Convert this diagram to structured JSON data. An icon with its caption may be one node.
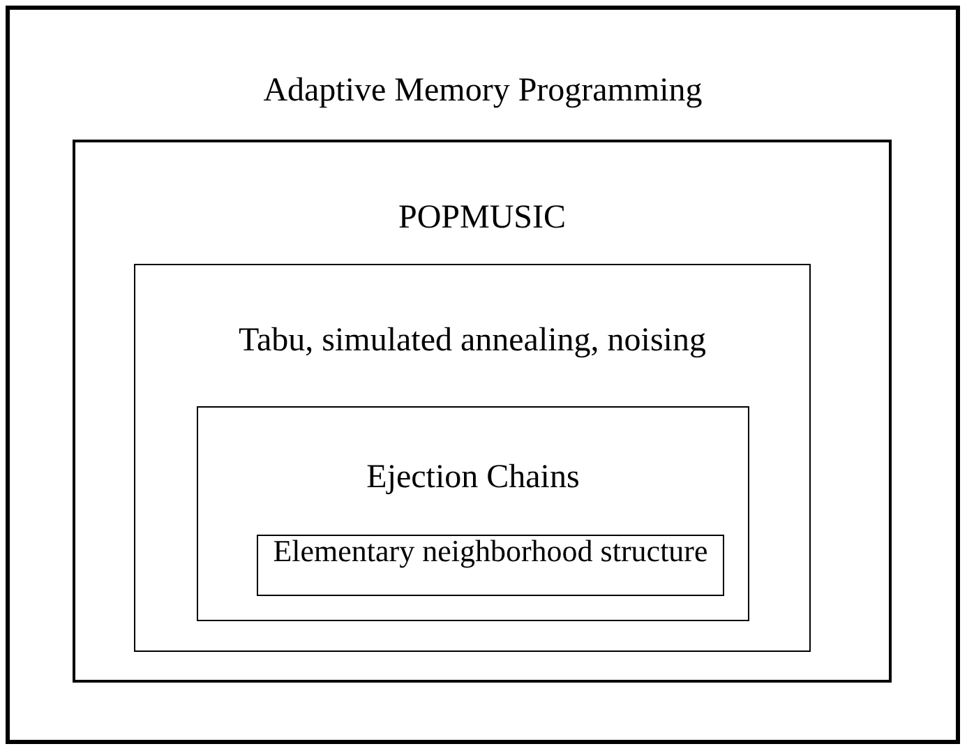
{
  "diagram": {
    "nodes": [
      {
        "text": [
          "Adaptive Memory Programming"
        ]
      },
      {
        "text": [
          "POPMUSIC"
        ],
        "in": 0
      },
      {
        "text": [
          "Tabu, simulated annealing, noising"
        ],
        "in": 1
      },
      {
        "text": [
          "Ejection Chains"
        ],
        "in": 2
      },
      {
        "text": [
          "Elementary neighborhood structure"
        ],
        "in": 3
      }
    ]
  }
}
